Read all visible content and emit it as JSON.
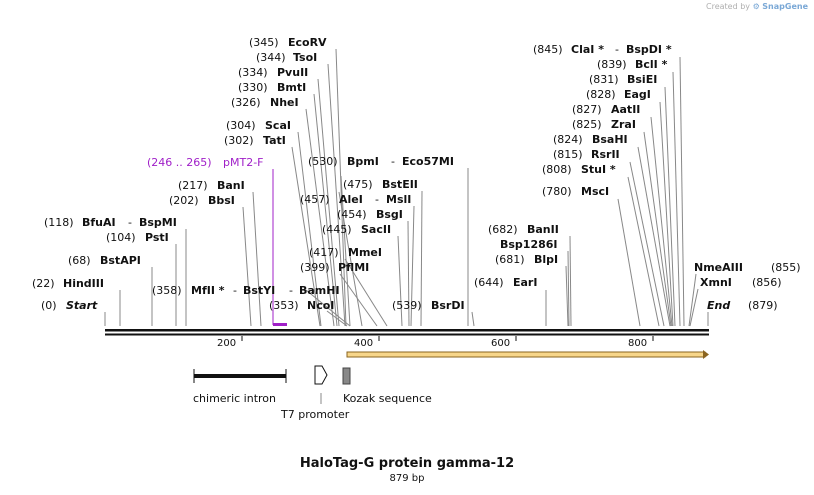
{
  "credit": {
    "prefix": "Created by",
    "brand": "SnapGene"
  },
  "map": {
    "title": "HaloTag-G protein gamma-12",
    "length_label": "879 bp",
    "ruler": [
      "200",
      "400",
      "600",
      "800"
    ],
    "sites": [
      {
        "pos": "(345)",
        "name": "EcoRV"
      },
      {
        "pos": "(344)",
        "name": "TsoI"
      },
      {
        "pos": "(334)",
        "name": "PvuII"
      },
      {
        "pos": "(330)",
        "name": "BmtI"
      },
      {
        "pos": "(326)",
        "name": "NheI"
      },
      {
        "pos": "(304)",
        "name": "ScaI"
      },
      {
        "pos": "(302)",
        "name": "TatI"
      },
      {
        "pos": "(217)",
        "name": "BanI"
      },
      {
        "pos": "(202)",
        "name": "BbsI"
      },
      {
        "pos": "(118)",
        "name": "BfuAI",
        "name2": "BspMI"
      },
      {
        "pos": "(104)",
        "name": "PstI"
      },
      {
        "pos": "(68)",
        "name": "BstAPI"
      },
      {
        "pos": "(22)",
        "name": "HindIII"
      },
      {
        "pos": "(0)",
        "name": "Start"
      },
      {
        "pos": "(358)",
        "name": "MfII *",
        "name2": "BstYI",
        "name3": "BamHI"
      },
      {
        "pos": "(353)",
        "name": "NcoI"
      },
      {
        "pos": "(399)",
        "name": "PflMI"
      },
      {
        "pos": "(417)",
        "name": "MmeI"
      },
      {
        "pos": "(445)",
        "name": "SacII"
      },
      {
        "pos": "(454)",
        "name": "BsgI"
      },
      {
        "pos": "(457)",
        "name": "AleI",
        "name2": "MslI"
      },
      {
        "pos": "(475)",
        "name": "BstEII"
      },
      {
        "pos": "(530)",
        "name": "BpmI",
        "name2": "Eco57MI"
      },
      {
        "pos": "(539)",
        "name": "BsrDI"
      },
      {
        "pos": "(644)",
        "name": "EarI"
      },
      {
        "pos": "(681)",
        "name": "BlpI"
      },
      {
        "pos": "",
        "name": "Bsp1286I"
      },
      {
        "pos": "(682)",
        "name": "BanII"
      },
      {
        "pos": "(845)",
        "name": "ClaI *",
        "name2": "BspDI *"
      },
      {
        "pos": "(839)",
        "name": "BclI *"
      },
      {
        "pos": "(831)",
        "name": "BsiEI"
      },
      {
        "pos": "(828)",
        "name": "EagI"
      },
      {
        "pos": "(827)",
        "name": "AatII"
      },
      {
        "pos": "(825)",
        "name": "ZraI"
      },
      {
        "pos": "(824)",
        "name": "BsaHI"
      },
      {
        "pos": "(815)",
        "name": "RsrII"
      },
      {
        "pos": "(808)",
        "name": "StuI *"
      },
      {
        "pos": "(780)",
        "name": "MscI"
      },
      {
        "pos": "(855)",
        "name": "NmeAIII"
      },
      {
        "pos": "(856)",
        "name": "XmnI"
      },
      {
        "pos": "(879)",
        "name": "End"
      }
    ],
    "primer": {
      "range": "(246 .. 265)",
      "name": "pMT2-F"
    },
    "features": {
      "intron": "chimeric intron",
      "promoter": "T7 promoter",
      "kozak": "Kozak sequence"
    },
    "colors": {
      "primer": "#a020c8",
      "orf_fill": "#f7d68a",
      "orf_border": "#8a6420"
    }
  }
}
